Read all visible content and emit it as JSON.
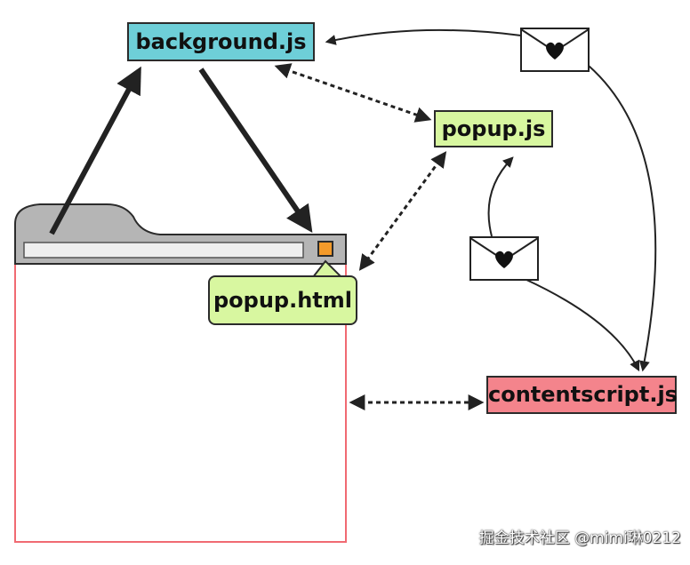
{
  "nodes": {
    "background": "background.js",
    "popup_js": "popup.js",
    "popup_html": "popup.html",
    "contentscript": "contentscript.js"
  },
  "watermark": "掘金技术社区 @mimi琳0212",
  "colors": {
    "background_box": "#6ecfd8",
    "popup_box": "#d8f7a0",
    "contentscript_box": "#f4848c",
    "browser_frame": "#f06a72",
    "browser_chrome": "#b5b5b5",
    "extension_icon": "#f39a2a",
    "arrow": "#222222"
  },
  "icons": [
    "envelope-heart-icon",
    "envelope-heart-icon"
  ]
}
